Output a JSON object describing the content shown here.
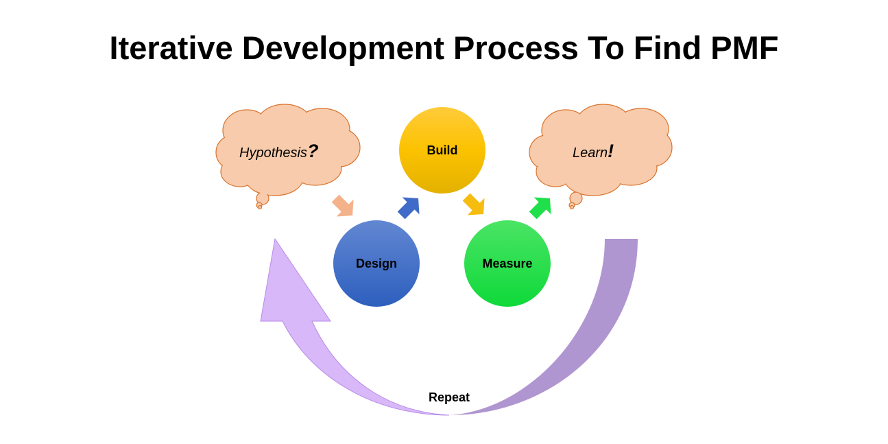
{
  "title": "Iterative Development Process To Find PMF",
  "nodes": {
    "hypothesis": {
      "text": "Hypothesis",
      "mark": "?"
    },
    "build": "Build",
    "learn": {
      "text": "Learn",
      "mark": "!"
    },
    "design": "Design",
    "measure": "Measure",
    "repeat": "Repeat"
  },
  "colors": {
    "cloud": "#f7cbab",
    "cloud_stroke": "#d9732e",
    "build": "#fcc314",
    "design": "#3f6cc8",
    "measure": "#1ee04a",
    "repeat_light": "#d8b8f8",
    "repeat_dark": "#b096d0"
  }
}
